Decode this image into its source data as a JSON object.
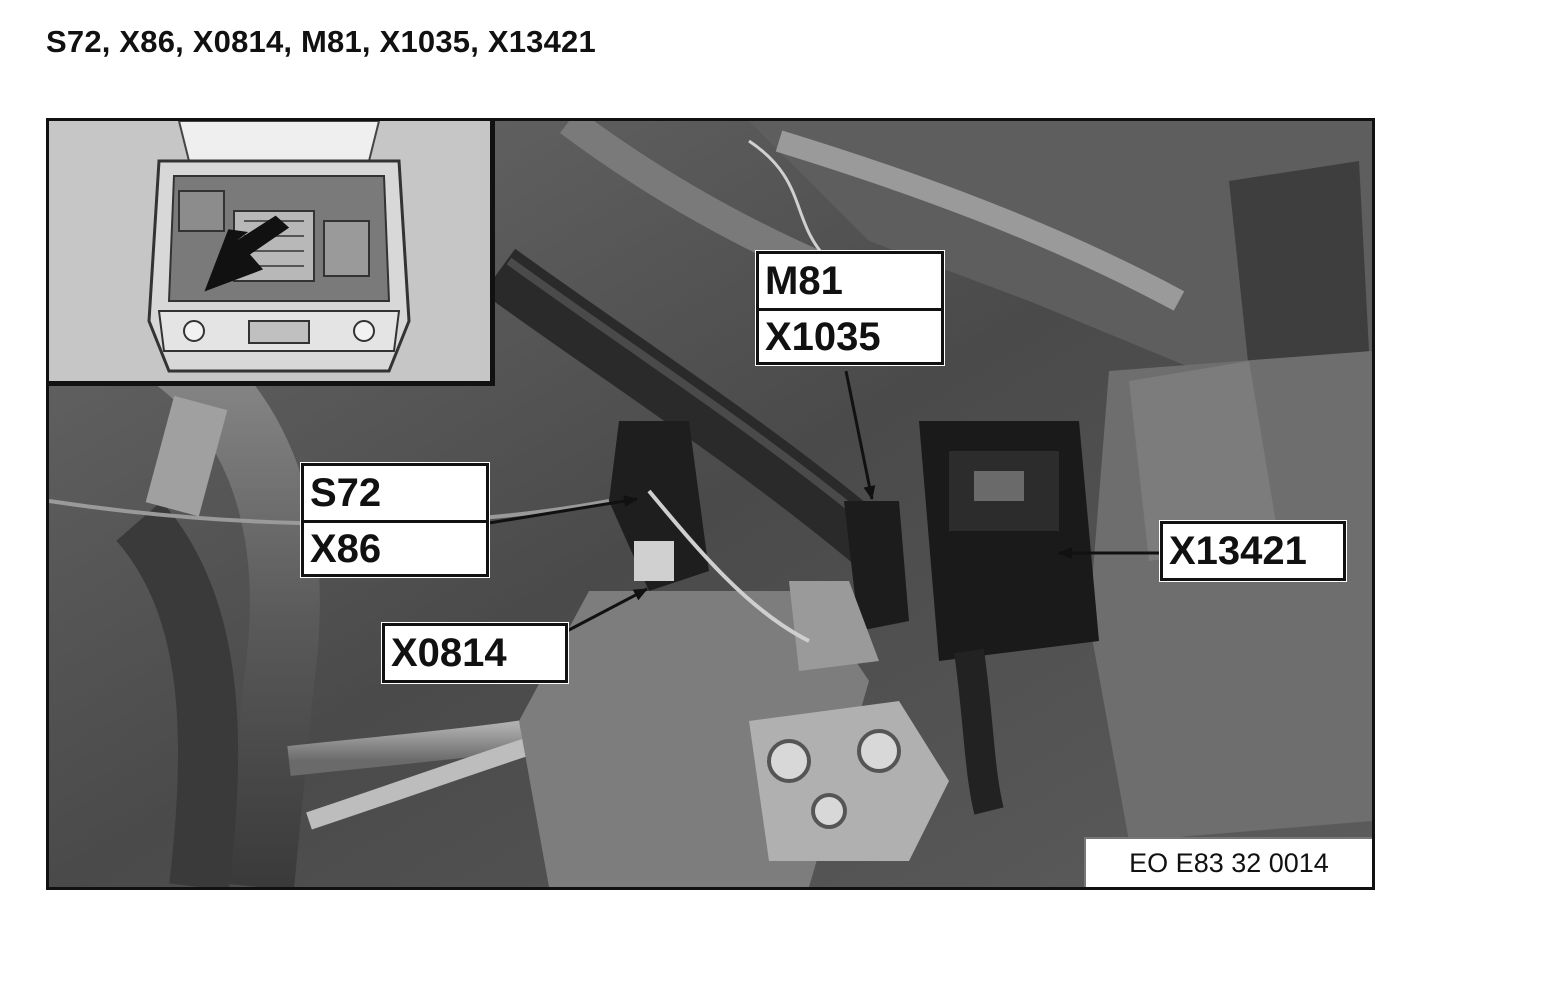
{
  "heading": "S72, X86, X0814, M81, X1035, X13421",
  "callouts": {
    "s72_x86": [
      "S72",
      "X86"
    ],
    "m81_x1035": [
      "M81",
      "X1035"
    ],
    "x0814": "X0814",
    "x13421": "X13421"
  },
  "figure_code": "EO E83 32 0014"
}
